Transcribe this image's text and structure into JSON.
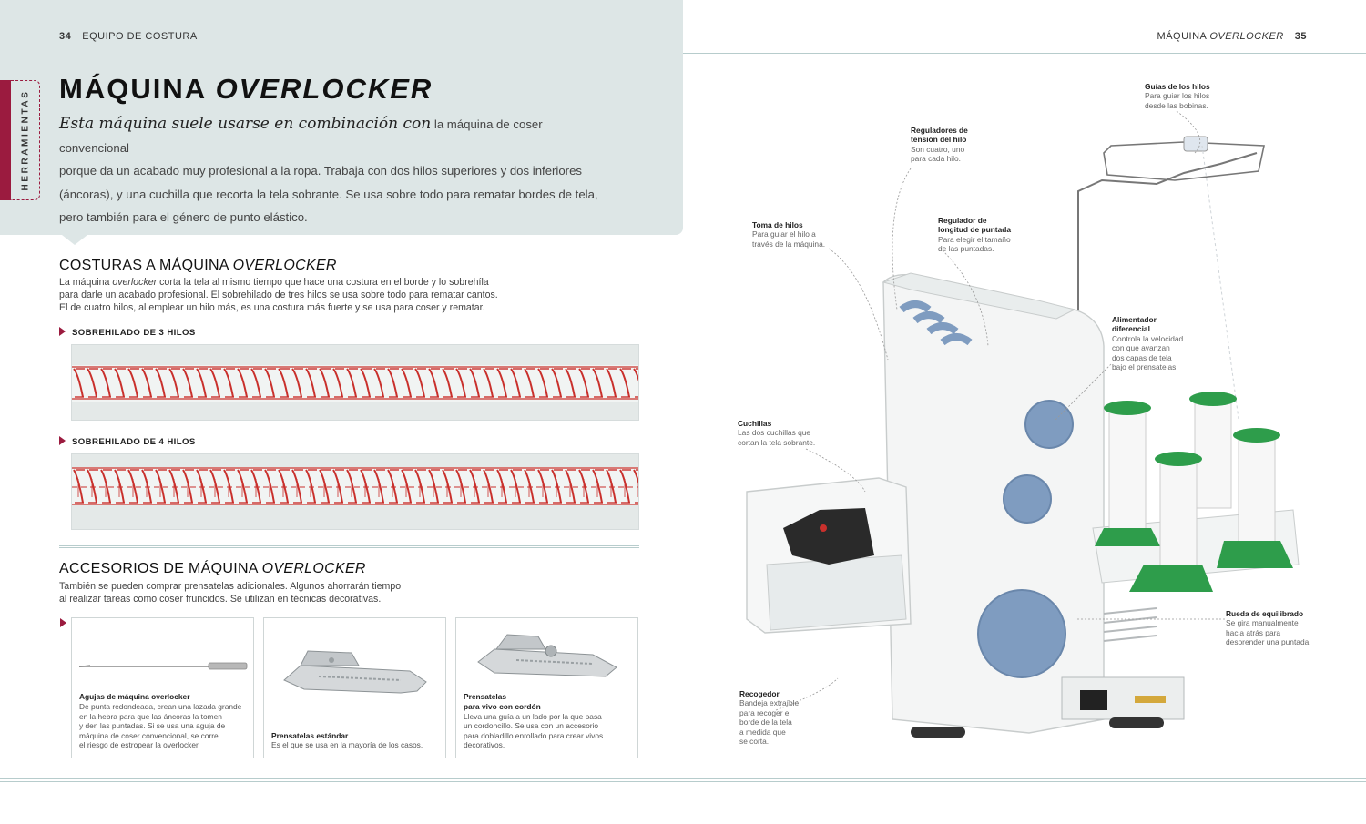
{
  "left_page": {
    "folio_number": "34",
    "folio_section": "EQUIPO DE COSTURA",
    "side_tab_label": "HERRAMIENTAS",
    "title_plain": "MÁQUINA ",
    "title_italic": "OVERLOCKER",
    "intro_script": "Esta máquina suele usarse en combinación con",
    "intro_line1_rest": " la máquina de coser convencional",
    "intro_line2": "porque da un acabado muy profesional a la ropa. Trabaja con dos hilos superiores y dos inferiores",
    "intro_line3": "(áncoras), y una cuchilla que recorta la tela sobrante. Se usa sobre todo para rematar bordes de tela,",
    "intro_line4": "pero también para el género de punto elástico.",
    "section1": {
      "title_plain": "COSTURAS A MÁQUINA ",
      "title_italic": "OVERLOCKER",
      "text_pre": "La máquina ",
      "text_italic": "overlocker",
      "text_line1_rest": " corta la tela al mismo tiempo que hace una costura en el borde y lo sobrehíla",
      "text_line2": "para darle un acabado profesional. El sobrehilado de tres hilos se usa sobre todo para rematar cantos.",
      "text_line3": "El de cuatro hilos, al emplear un hilo más, es una costura más fuerte y se usa para coser y rematar.",
      "stitch1_label": "SOBREHILADO DE 3 HILOS",
      "stitch2_label": "SOBREHILADO DE 4 HILOS"
    },
    "section2": {
      "title_plain": "ACCESORIOS DE MÁQUINA ",
      "title_italic": "OVERLOCKER",
      "text_line1": "También se pueden comprar prensatelas adicionales. Algunos ahorrarán tiempo",
      "text_line2": "al realizar tareas como coser fruncidos. Se utilizan en técnicas decorativas.",
      "accessories": [
        {
          "title": "Agujas de máquina overlocker",
          "lines": [
            "De punta redondeada, crean una lazada grande",
            "en la hebra para que las áncoras la tomen",
            "y den las puntadas. Si se usa una aguja de",
            "máquina de coser convencional, se corre",
            "el riesgo de estropear la overlocker."
          ]
        },
        {
          "title": "Prensatelas estándar",
          "lines": [
            "Es el que se usa en la mayoría de los casos."
          ]
        },
        {
          "title_line1": "Prensatelas",
          "title_line2": "para vivo con cordón",
          "lines": [
            "Lleva una guía a un lado por la que pasa",
            "un cordoncillo. Se usa con un accesorio",
            "para dobladillo enrollado para crear vivos",
            "decorativos."
          ]
        }
      ]
    }
  },
  "right_page": {
    "folio_number": "35",
    "folio_plain": "MÁQUINA ",
    "folio_italic": "OVERLOCKER",
    "callouts": {
      "guias": {
        "title": "Guías de los hilos",
        "lines": [
          "Para guiar los hilos",
          "desde las bobinas."
        ]
      },
      "reguladores": {
        "title_lines": [
          "Reguladores de",
          "tensión del hilo"
        ],
        "lines": [
          "Son cuatro, uno",
          "para cada hilo."
        ]
      },
      "toma": {
        "title": "Toma de hilos",
        "lines": [
          "Para guiar el hilo a",
          "través de la máquina."
        ]
      },
      "longitud": {
        "title_lines": [
          "Regulador de",
          "longitud de puntada"
        ],
        "lines": [
          "Para elegir el tamaño",
          "de las puntadas."
        ]
      },
      "alimentador": {
        "title_lines": [
          "Alimentador",
          "diferencial"
        ],
        "lines": [
          "Controla la velocidad",
          "con que avanzan",
          "dos capas de tela",
          "bajo el prensatelas."
        ]
      },
      "cuchillas": {
        "title": "Cuchillas",
        "lines": [
          "Las dos cuchillas que",
          "cortan la tela sobrante."
        ]
      },
      "rueda": {
        "title": "Rueda de equilibrado",
        "lines": [
          "Se gira manualmente",
          "hacia atrás para",
          "desprender una puntada."
        ]
      },
      "recogedor": {
        "title": "Recogedor",
        "lines": [
          "Bandeja extraíble",
          "para recoger el",
          "borde de la tela",
          "a medida que",
          "se corta."
        ]
      }
    }
  },
  "colors": {
    "accent": "#9b1b3f",
    "panel": "#dde6e6",
    "thread_red": "#c9302c",
    "spool_green": "#2e9d4b",
    "knob_blue": "#7f9cc0"
  }
}
